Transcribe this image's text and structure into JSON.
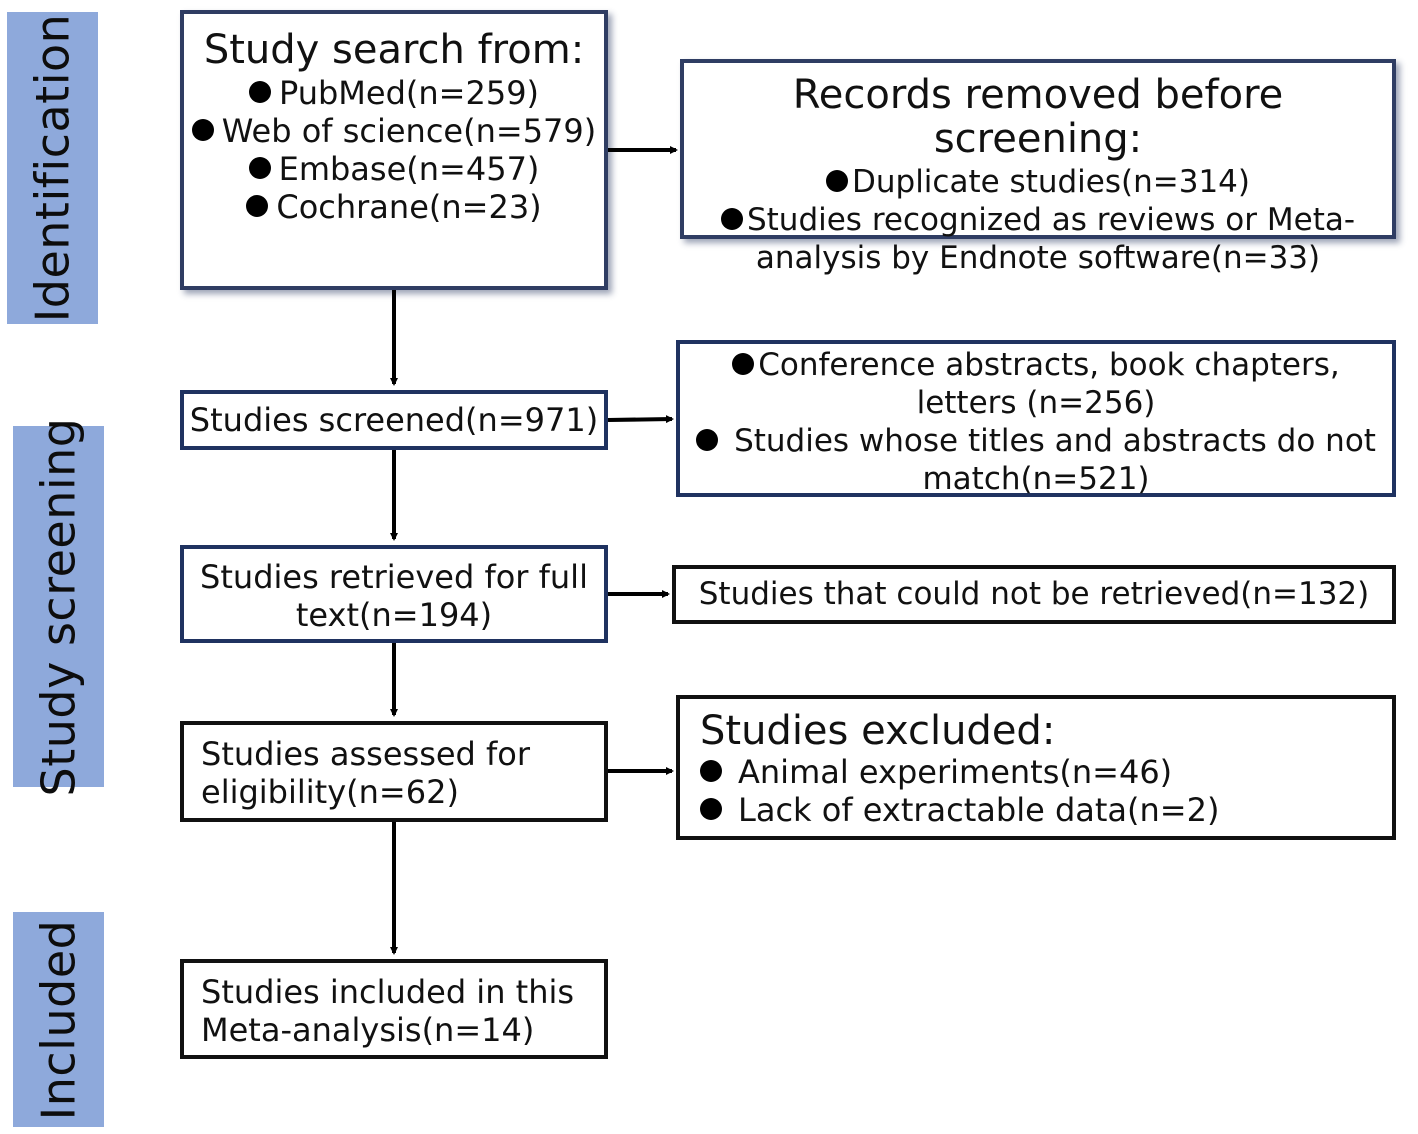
{
  "phases": {
    "identification": "Identification",
    "screening": "Study screening",
    "included": "Included"
  },
  "search_box": {
    "heading": "Study search from:",
    "items": [
      "PubMed(n=259)",
      "Web of science(n=579)",
      "Embase(n=457)",
      "Cochrane(n=23)"
    ]
  },
  "removed_box": {
    "heading": "Records removed before screening:",
    "items": [
      "Duplicate studies(n=314)",
      "Studies recognized as reviews or Meta-",
      "analysis by Endnote software(n=33)"
    ]
  },
  "screened_box": {
    "text": "Studies screened(n=971)"
  },
  "screen_excluded_box": {
    "items": [
      "Conference abstracts, book chapters,",
      "letters (n=256)",
      "Studies whose titles and abstracts do not",
      "match(n=521)"
    ]
  },
  "retrieved_box": {
    "lines": [
      "Studies retrieved for full",
      "text(n=194)"
    ]
  },
  "not_retrieved_box": {
    "text": "Studies that could not be retrieved(n=132)"
  },
  "assessed_box": {
    "lines": [
      "Studies assessed for",
      "eligibility(n=62)"
    ]
  },
  "excluded_box": {
    "heading": "Studies excluded:",
    "items": [
      "Animal experiments(n=46)",
      "Lack of extractable data(n=2)"
    ]
  },
  "included_box": {
    "lines": [
      "Studies included in this",
      "Meta-analysis(n=14)"
    ]
  },
  "colors": {
    "phase_band": "#8ea9db",
    "navy_border": "#1f3260",
    "arrow": "#000000"
  }
}
